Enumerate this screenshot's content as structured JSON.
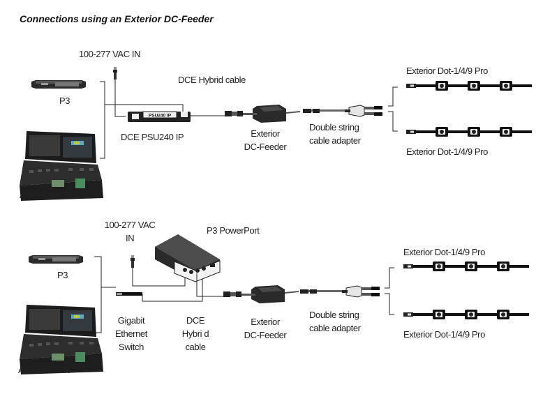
{
  "title": "Connections using an Exterior DC-Feeder",
  "diagram_top": {
    "ac_input": "100-277  VAC  IN",
    "server": "P3",
    "console": "Art-Net/sACN",
    "psu": "DCE PSU240 IP",
    "psu_badge": "PSU240 IP",
    "hybrid_cable": "DCE Hybrid cable",
    "feeder_line1": "Exterior",
    "feeder_line2": "DC-Feeder",
    "adapter_line1": "Double string",
    "adapter_line2": "cable adapter",
    "fixture_string_1": "Exterior Dot-1/4/9 Pro",
    "fixture_string_2": "Exterior Dot-1/4/9 Pro"
  },
  "diagram_bottom": {
    "ac_input_line1": "100-277   VAC",
    "ac_input_line2": "IN",
    "powerport": "P3 PowerPort",
    "server": "P3",
    "console": "Art-Net/sACN",
    "switch_line1": "Gigabit",
    "switch_line2": "Ethernet",
    "switch_line3": "Switch",
    "hybrid_line1": "DCE",
    "hybrid_line2": "Hybri d",
    "hybrid_line3": "cable",
    "feeder_line1": "Exterior",
    "feeder_line2": "DC-Feeder",
    "adapter_line1": "Double string",
    "adapter_line2": "cable adapter",
    "fixture_string_1": "Exterior Dot-1/4/9 Pro",
    "fixture_string_2": "Exterior Dot-1/4/9 Pro"
  }
}
